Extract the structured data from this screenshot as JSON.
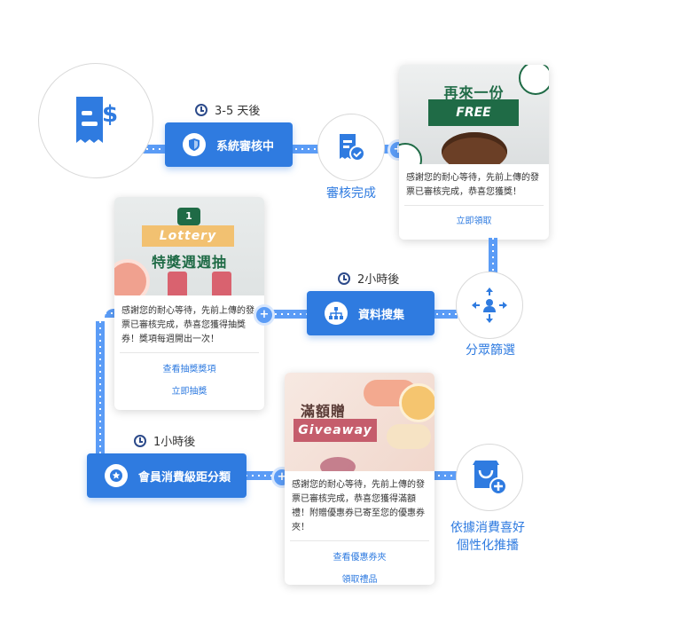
{
  "flow": {
    "review_pending": {
      "label": "系統審核中",
      "timer": "3-5 天後"
    },
    "review_done": {
      "label": "審核完成"
    },
    "segment": {
      "label": "分眾篩選"
    },
    "collect": {
      "label": "資料搜集",
      "timer": "2小時後"
    },
    "member_tier": {
      "label": "會員消費級距分類",
      "timer": "1小時後"
    },
    "personalize": {
      "label_line1": "依據消費喜好",
      "label_line2": "個性化推播"
    }
  },
  "cards": {
    "free": {
      "banner_title": "再來一份",
      "banner_tag": "FREE",
      "message": "感謝您的耐心等待，先前上傳的發票已審核完成，恭喜您獲獎！",
      "links": [
        "立即領取"
      ]
    },
    "lottery": {
      "badge": "1",
      "banner_tag": "Lottery",
      "banner_title": "特獎週週抽",
      "message": "感謝您的耐心等待，先前上傳的發票已審核完成，恭喜您獲得抽獎券！獎項每週開出一次！",
      "links": [
        "查看抽獎獎項",
        "立即抽獎"
      ]
    },
    "giveaway": {
      "banner_title": "滿額贈",
      "banner_tag": "Giveaway",
      "message": "感謝您的耐心等待，先前上傳的發票已審核完成，恭喜您獲得滿額禮！附贈優惠券已寄至您的優惠券夾！",
      "links": [
        "查看優惠券夾",
        "領取禮品"
      ]
    }
  },
  "colors": {
    "primary": "#2f7be0",
    "line": "#5b9cf6",
    "green": "#1f6b46"
  }
}
